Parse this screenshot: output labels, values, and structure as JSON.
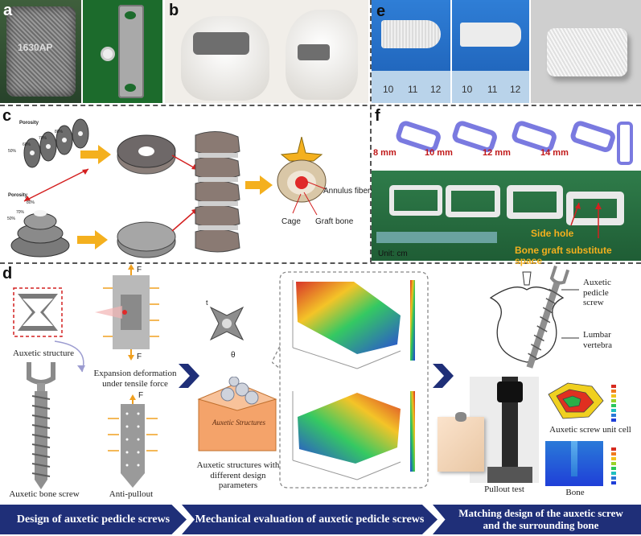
{
  "panels": {
    "a": {
      "letter": "a",
      "stamp": "1630AP"
    },
    "b": {
      "letter": "b"
    },
    "c": {
      "letter": "c",
      "porosity_label_top": "Porosity",
      "porosity_label_bottom": "Porosity",
      "pct_top": [
        "50%",
        "60%",
        "70%",
        "80%"
      ],
      "pct_bottom": [
        "50%",
        "70%",
        "80%"
      ],
      "annulus_label": "Annulus fibers",
      "cage_label": "Cage",
      "graft_label": "Graft bone"
    },
    "e": {
      "letter": "e",
      "ruler_nums_1": [
        "10",
        "11",
        "12"
      ],
      "ruler_nums_2": [
        "10",
        "11",
        "12"
      ]
    },
    "f": {
      "letter": "f",
      "sizes": [
        "8 mm",
        "10 mm",
        "12 mm",
        "14 mm"
      ],
      "side_hole": "Side hole",
      "space_label": "Bone graft substitute space",
      "unit": "Unit: cm"
    },
    "d": {
      "letter": "d",
      "auxetic_structure": "Auxetic structure",
      "expansion": "Expansion deformation\nunder tensile force",
      "force_top": "F",
      "force_bottom": "F",
      "force_pull": "F",
      "bone_screw": "Auxetic bone screw",
      "anti_pullout": "Anti-pullout",
      "t_label": "t",
      "theta_label": "θ",
      "box_label": "Auxetic Structures",
      "structures_caption": "Auxetic structures with\ndifferent design parameters",
      "pedicle_screw": "Auxetic\npedicle\nscrew",
      "lumbar": "Lumbar\nvertebra",
      "pullout": "Pullout test",
      "unit_cell": "Auxetic screw unit cell",
      "bone": "Bone"
    }
  },
  "banners": [
    "Design of auxetic pedicle screws",
    "Mechanical evaluation of auxetic pedicle screws",
    "Matching design of the auxetic screw\nand the surrounding bone"
  ],
  "colors": {
    "banner": "#1f2f78",
    "arrow": "#f4b01e",
    "red_arrow": "#d42020",
    "chevron": "#1f2f78"
  }
}
